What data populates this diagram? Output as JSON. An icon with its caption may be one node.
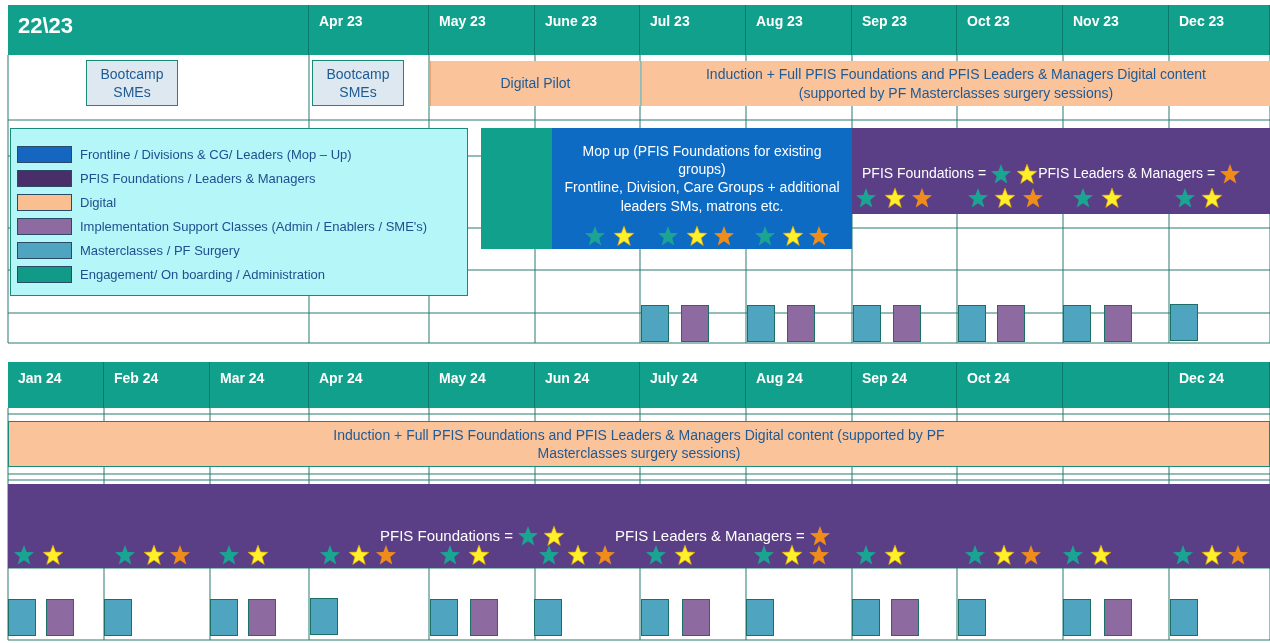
{
  "diagram": {
    "nodes": [
      {
        "text": [
          "22\\23"
        ]
      },
      {
        "text": [
          "Apr 23"
        ]
      },
      {
        "text": [
          "May 23"
        ]
      },
      {
        "text": [
          "June 23"
        ]
      },
      {
        "text": [
          "Jul 23"
        ]
      },
      {
        "text": [
          "Aug 23"
        ]
      },
      {
        "text": [
          "Sep 23"
        ]
      },
      {
        "text": [
          "Oct 23"
        ]
      },
      {
        "text": [
          "Nov 23"
        ]
      },
      {
        "text": [
          "Dec 23"
        ]
      },
      {
        "text": [
          "Bootcamp SMEs"
        ]
      },
      {
        "text": [
          "Bootcamp SMEs"
        ]
      },
      {
        "text": [
          "Digital Pilot"
        ]
      },
      {
        "text": [
          "Induction + Full PFIS Foundations and PFIS Leaders & Managers Digital content (supported by PF Masterclasses surgery sessions)"
        ]
      },
      {
        "text": [],
        "shape": "box"
      },
      {
        "text": [
          "Mop up (PFIS Foundations for existing groups)",
          "Frontline,  Division, Care Groups + additional leaders SMs, matrons etc."
        ]
      },
      {
        "text": [
          "PFIS Foundations =",
          "PFIS Leaders & Managers ="
        ]
      },
      {
        "text": [
          "Jan 24"
        ]
      },
      {
        "text": [
          "Feb 24"
        ]
      },
      {
        "text": [
          "Mar 24"
        ]
      },
      {
        "text": [
          "Apr 24"
        ]
      },
      {
        "text": [
          "May 24"
        ]
      },
      {
        "text": [
          "Jun 24"
        ]
      },
      {
        "text": [
          "July 24"
        ]
      },
      {
        "text": [
          "Aug 24"
        ]
      },
      {
        "text": [
          "Sep 24"
        ]
      },
      {
        "text": [
          "Oct 24"
        ]
      },
      {
        "text": [],
        "shape": "box"
      },
      {
        "text": [
          "Dec 24"
        ]
      },
      {
        "text": [
          "Induction + Full PFIS Foundations and PFIS Leaders & Managers Digital content (supported by PF Masterclasses surgery sessions)"
        ]
      },
      {
        "text": [
          "PFIS Foundations =",
          "PFIS Leaders & Managers ="
        ]
      }
    ],
    "legend": [
      {
        "text": "Frontline / Divisions & CG/ Leaders  (Mop – Up)",
        "color": "#1466c0"
      },
      {
        "text": "PFIS Foundations / Leaders & Managers",
        "color": "#4a2e6a"
      },
      {
        "text": "Digital",
        "color": "#f9bf91"
      },
      {
        "text": "Implementation Support Classes (Admin / Enablers / SME's)",
        "color": "#8d6aa0"
      },
      {
        "text": "Masterclasses / PF Surgery",
        "color": "#4fa5c0"
      },
      {
        "text": "Engagement/ On boarding / Administration",
        "color": "#129a88"
      }
    ]
  }
}
